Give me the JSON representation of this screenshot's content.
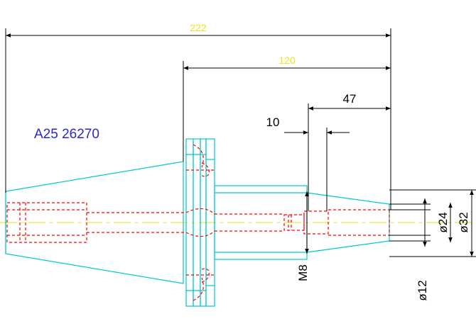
{
  "drawing": {
    "part_label": "A25 26270",
    "colors": {
      "background": "#ffffff",
      "outline": "#00c8c8",
      "hidden": "#ff0000",
      "centerline": "#e6e600",
      "dimension": "#000000",
      "dimension_text_overall": "#f0e020",
      "label": "#2a2ac8"
    },
    "dimensions": {
      "overall_length": "222",
      "shank_length": "120",
      "nose_length": "47",
      "thread_depth": "10",
      "thread": "M8",
      "bore_diameter": "ø12",
      "nose_diameter": "ø24",
      "tip_diameter": "ø32"
    }
  }
}
